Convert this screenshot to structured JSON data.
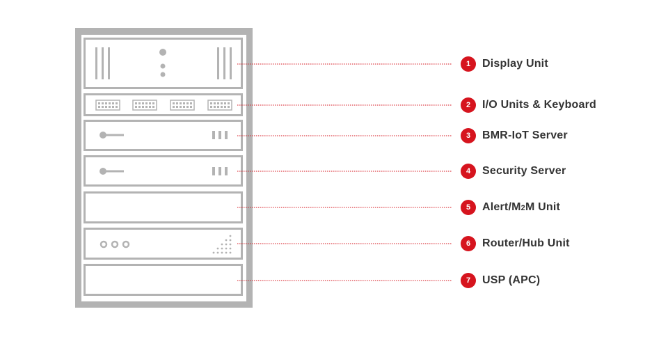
{
  "colors": {
    "rack_frame": "#b3b3b3",
    "unit_fill": "#ffffff",
    "detail": "#b3b3b3",
    "leader_line": "#d6141e",
    "badge": "#d6141e",
    "label_text": "#333333"
  },
  "components": [
    {
      "number": "1",
      "label": "Display Unit",
      "icon": "display-unit-icon"
    },
    {
      "number": "2",
      "label": "I/O Units & Keyboard",
      "icon": "keyboard-unit-icon"
    },
    {
      "number": "3",
      "label": "BMR-IoT Server",
      "icon": "server-unit-icon"
    },
    {
      "number": "4",
      "label": "Security Server",
      "icon": "server-unit-icon"
    },
    {
      "number": "5",
      "label_prefix": "Alert/M",
      "label_sub": "2",
      "label_suffix": "M Unit",
      "icon": "blank-unit-icon"
    },
    {
      "number": "6",
      "label": "Router/Hub Unit",
      "icon": "router-unit-icon"
    },
    {
      "number": "7",
      "label": "USP (APC)",
      "icon": "blank-unit-icon"
    }
  ]
}
